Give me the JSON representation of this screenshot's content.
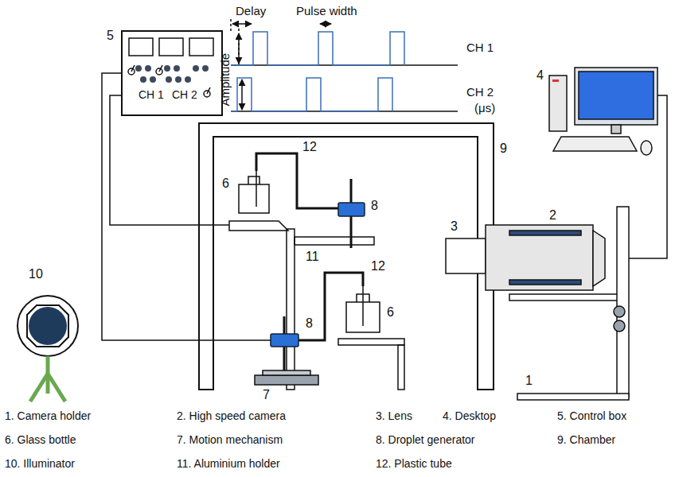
{
  "diagram": {
    "nodes": [
      {
        "text": [
          "CH 1",
          "CH 2"
        ]
      }
    ],
    "labels": [
      "Delay",
      "Pulse width",
      "CH 1",
      "Amplitude",
      "CH 2",
      "(μs)",
      "5",
      "4",
      "9",
      "12",
      "6",
      "8",
      "11",
      "12",
      "6",
      "8",
      "7",
      "10",
      "3",
      "2",
      "1",
      "1. Camera holder",
      "2. High speed camera",
      "3. Lens",
      "4. Desktop",
      "5. Control box",
      "6. Glass bottle",
      "7. Motion mechanism",
      "8. Droplet generator",
      "9. Chamber",
      "10. Illuminator",
      "11. Aluminium holder",
      "12. Plastic tube"
    ]
  }
}
